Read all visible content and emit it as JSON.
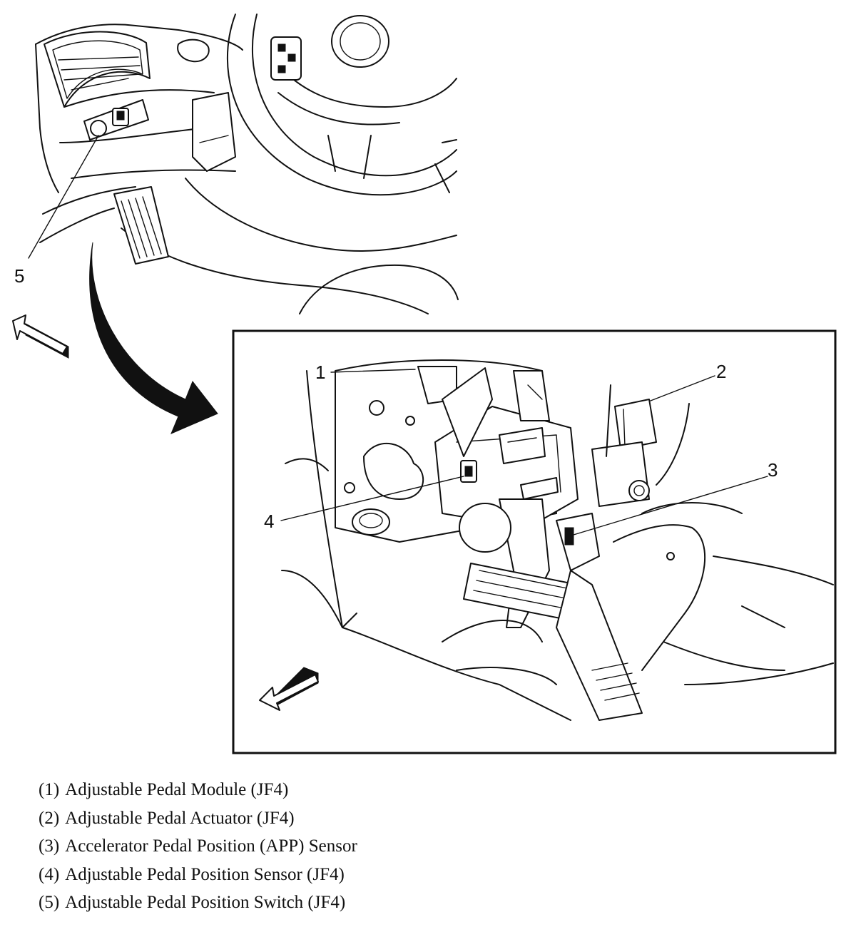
{
  "callouts": [
    {
      "id": "1",
      "label": "1"
    },
    {
      "id": "2",
      "label": "2"
    },
    {
      "id": "3",
      "label": "3"
    },
    {
      "id": "4",
      "label": "4"
    },
    {
      "id": "5",
      "label": "5"
    }
  ],
  "legend": [
    {
      "num": "(1)",
      "text": "Adjustable Pedal Module (JF4)"
    },
    {
      "num": "(2)",
      "text": "Adjustable Pedal Actuator (JF4)"
    },
    {
      "num": "(3)",
      "text": "Accelerator Pedal Position (APP) Sensor"
    },
    {
      "num": "(4)",
      "text": "Adjustable Pedal Position Sensor (JF4)"
    },
    {
      "num": "(5)",
      "text": "Adjustable Pedal Position Switch (JF4)"
    }
  ],
  "icons": {
    "front_arrow_top": "front-direction-arrow-icon",
    "front_arrow_inset": "front-direction-arrow-icon",
    "zoom_arrow": "curved-zoom-arrow-icon"
  }
}
